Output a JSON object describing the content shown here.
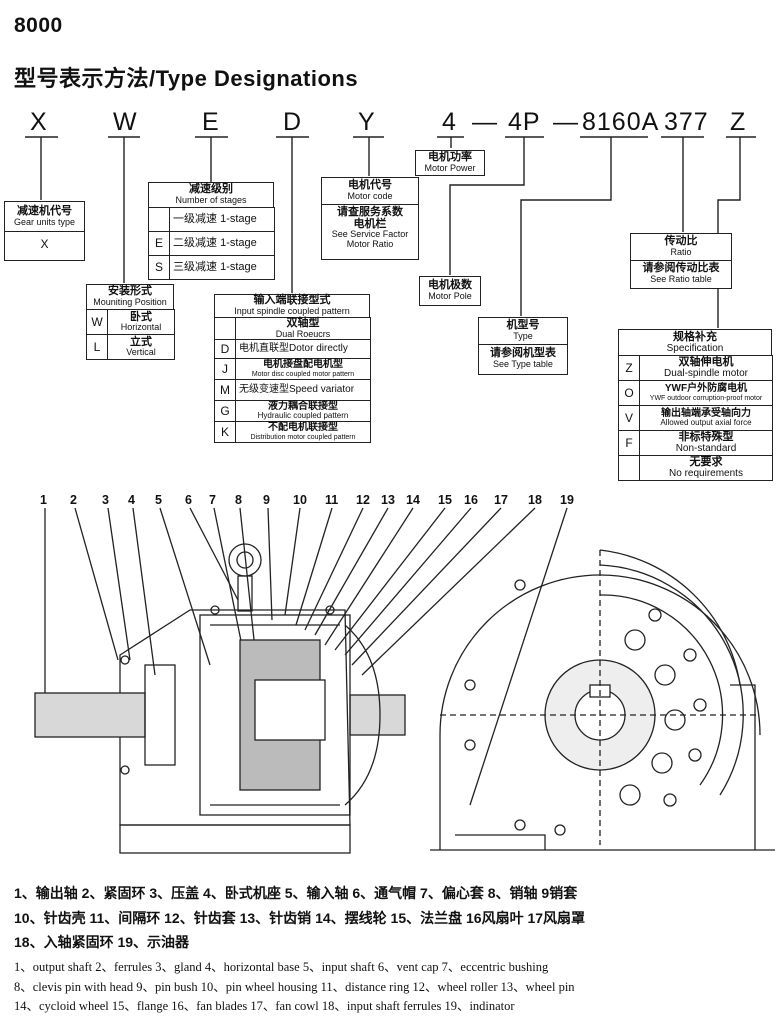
{
  "header": {
    "series": "8000",
    "title": "型号表示方法/Type Designations"
  },
  "code_parts": [
    "X",
    "W",
    "E",
    "D",
    "Y",
    "4",
    "—",
    "4P",
    "—",
    "8160A",
    "377",
    "Z"
  ],
  "boxes": {
    "gear_type": {
      "zh": "减速机代号",
      "en": "Gear units type",
      "value": "X"
    },
    "stages": {
      "zh": "减速级别",
      "en": "Number of stages",
      "options": [
        {
          "key": "",
          "zh": "一级减速",
          "en": "1-stage"
        },
        {
          "key": "E",
          "zh": "二级减速",
          "en": "1-stage"
        },
        {
          "key": "S",
          "zh": "三级减速",
          "en": "1-stage"
        }
      ]
    },
    "mounting": {
      "zh": "安装形式",
      "en": "Mouniting Position",
      "options": [
        {
          "key": "W",
          "zh": "卧式",
          "en": "Horizontal"
        },
        {
          "key": "L",
          "zh": "立式",
          "en": "Vertical"
        }
      ]
    },
    "input": {
      "zh": "输入端联接型式",
      "en": "Input spindle coupled pattern",
      "options": [
        {
          "key": "",
          "zh": "双轴型",
          "en": "Dual Roeucrs"
        },
        {
          "key": "D",
          "zh": "电机直联型",
          "en": "Dotor directly"
        },
        {
          "key": "J",
          "zh": "电机接盘配电机型",
          "en": "Motor disc coupled motor pattern"
        },
        {
          "key": "M",
          "zh": "无级变速型",
          "en": "Speed variator"
        },
        {
          "key": "G",
          "zh": "液力耦合联接型",
          "en": "Hydraulic coupled pattern"
        },
        {
          "key": "K",
          "zh": "不配电机联接型",
          "en": "Distribution motor coupled pattern"
        }
      ]
    },
    "motor_code": {
      "zh": "电机代号",
      "en": "Motor code",
      "zh2": "请查服务系数",
      "zh3": "电机栏",
      "en2": "See Service Factor",
      "en3": "Motor Ratio"
    },
    "motor_power": {
      "zh": "电机功率",
      "en": "Motor Power"
    },
    "motor_pole": {
      "zh": "电机极数",
      "en": "Motor Pole"
    },
    "model": {
      "zh": "机型号",
      "en": "Type",
      "zh2": "请参阅机型表",
      "en2": "See Type table"
    },
    "ratio": {
      "zh": "传动比",
      "en": "Ratio",
      "zh2": "请参阅传动比表",
      "en2": "See Ratio table"
    },
    "spec": {
      "zh": "规格补充",
      "en": "Specification",
      "options": [
        {
          "key": "Z",
          "zh": "双轴伸电机",
          "en": "Dual-spindle motor"
        },
        {
          "key": "O",
          "zh": "YWF户外防腐电机",
          "en": "YWF outdoor corruption-proof motor"
        },
        {
          "key": "V",
          "zh": "输出轴端承受轴向力",
          "en": "Allowed output axial force"
        },
        {
          "key": "F",
          "zh": "非标特殊型",
          "en": "Non-standard"
        },
        {
          "key": "",
          "zh": "无要求",
          "en": "No requirements"
        }
      ]
    }
  },
  "part_numbers": [
    "1",
    "2",
    "3",
    "4",
    "5",
    "6",
    "7",
    "8",
    "9",
    "10",
    "11",
    "12",
    "13",
    "14",
    "15",
    "16",
    "17",
    "18",
    "19"
  ],
  "caption_zh": [
    "1、输出轴   2、紧固环   3、压盖   4、卧式机座   5、输入轴   6、通气帽   7、偏心套   8、销轴   9销套",
    "10、针齿壳   11、间隔环   12、针齿套   13、针齿销   14、摆线轮   15、法兰盘   16风扇叶   17风扇罩",
    "18、入轴紧固环   19、示油器"
  ],
  "caption_en": [
    "1、output shaft   2、ferrules   3、gland   4、horizontal base   5、input shaft   6、vent cap   7、eccentric bushing",
    "8、clevis pin with head   9、pin bush   10、pin wheel housing   11、distance ring   12、wheel roller   13、wheel pin",
    "14、cycloid wheel   15、flange   16、fan blades   17、fan cowl   18、input shaft ferrules   19、indinator"
  ]
}
